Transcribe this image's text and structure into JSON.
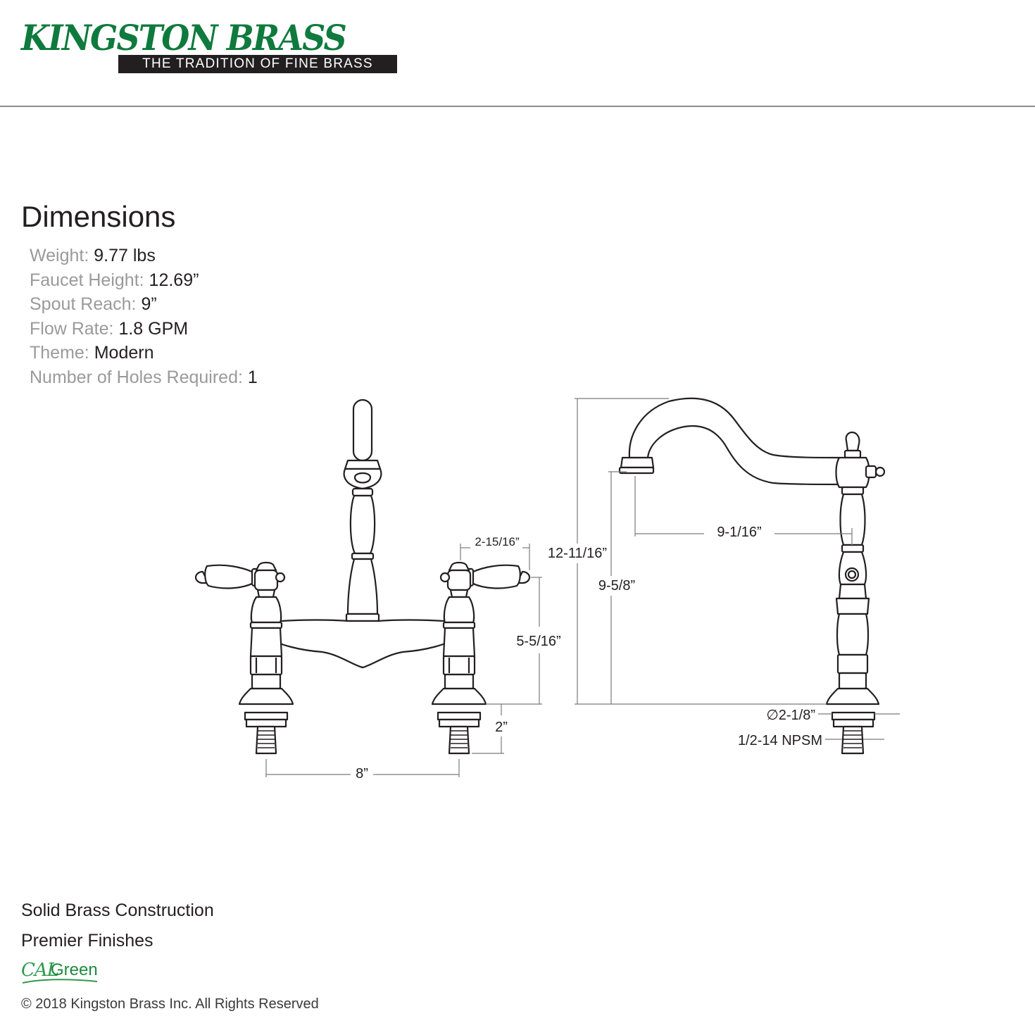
{
  "brand": {
    "name": "KINGSTON BRASS",
    "tagline": "THE TRADITION OF FINE BRASS",
    "name_color": "#0f7a3d"
  },
  "dimensions": {
    "title": "Dimensions",
    "specs": [
      {
        "label": "Weight:",
        "value": "9.77 lbs"
      },
      {
        "label": "Faucet Height:",
        "value": "12.69”"
      },
      {
        "label": "Spout Reach:",
        "value": "9”"
      },
      {
        "label": "Flow Rate:",
        "value": "1.8 GPM"
      },
      {
        "label": "Theme:",
        "value": "Modern"
      },
      {
        "label": "Number of Holes Required:",
        "value": "1"
      }
    ]
  },
  "drawing": {
    "front_view": {
      "handle_length": "2-15/16”",
      "deck_to_handle": "5-5/16”",
      "shank_length": "2”",
      "center_spacing": "8”"
    },
    "side_view": {
      "overall_height": "12-11/16”",
      "spout_height": "9-5/8”",
      "spout_reach": "9-1/16”",
      "base_diameter": "∅2-1/8”",
      "thread": "1/2-14 NPSM"
    }
  },
  "features": [
    "Solid Brass Construction",
    "Premier Finishes"
  ],
  "certification": {
    "cal": "CAL",
    "green": "Green"
  },
  "footer": {
    "copyright": "© 2018 Kingston Brass Inc. All Rights Reserved"
  }
}
